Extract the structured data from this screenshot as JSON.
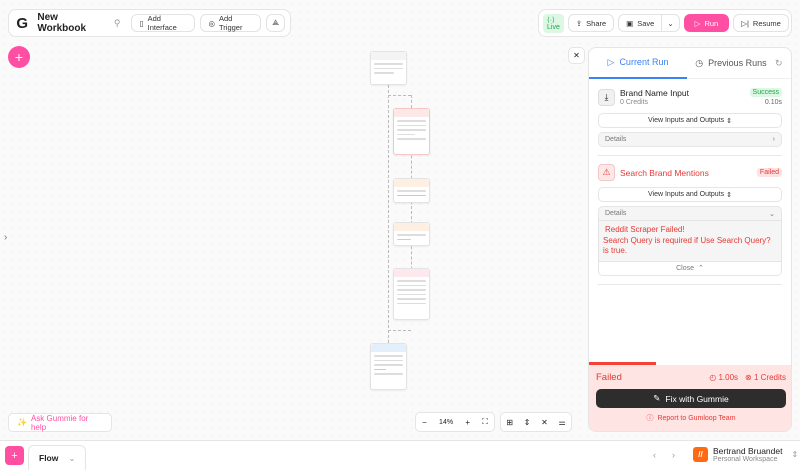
{
  "header": {
    "title": "New Workbook",
    "add_interface": "Add Interface",
    "add_trigger": "Add Trigger",
    "live": "Live",
    "share": "Share",
    "save": "Save",
    "run": "Run",
    "resume": "Resume"
  },
  "colors": {
    "accent": "#ff4fa3",
    "success": "#22a447",
    "error": "#e53935",
    "blue": "#3b82f6"
  },
  "panel": {
    "tab_current": "Current Run",
    "tab_previous": "Previous Runs",
    "steps": [
      {
        "title": "Brand Name Input",
        "credits": "0 Credits",
        "status": "Success",
        "time": "0.10s",
        "view": "View Inputs and Outputs",
        "details": "Details"
      },
      {
        "title": "Search Brand Mentions",
        "status": "Failed",
        "view": "View Inputs and Outputs",
        "details": "Details",
        "error_title": "Reddit Scraper Failed!",
        "error_msg": "Search Query is required if Use Search Query? is true.",
        "close": "Close"
      }
    ],
    "progress_percent": 33,
    "footer": {
      "status": "Failed",
      "time": "1.00s",
      "credits": "1 Credits",
      "fix": "Fix with Gummie",
      "report": "Report to Gumloop Team"
    }
  },
  "canvas": {
    "ask": "Ask Gummie for help",
    "zoom": "14%"
  },
  "bottom": {
    "flow": "Flow",
    "user": "Bertrand Bruandet",
    "workspace": "Personal Workspace"
  }
}
